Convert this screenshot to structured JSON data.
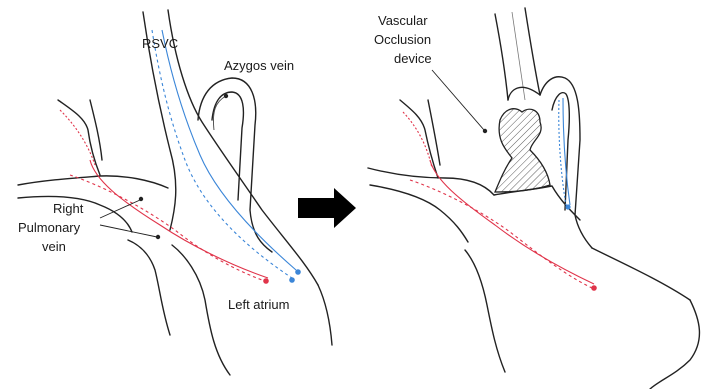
{
  "labels": {
    "rsvc": "RSVC",
    "azygos": "Azygos vein",
    "right_pulmonary_line1": "Right",
    "right_pulmonary_line2": "Pulmonary",
    "right_pulmonary_line3": "vein",
    "left_atrium": "Left atrium",
    "device_line1": "Vascular",
    "device_line2": "Occlusion",
    "device_line3": "device"
  },
  "colors": {
    "red_flow": "#e0344a",
    "blue_flow": "#3b86d8",
    "outline": "#222222",
    "arrow": "#000000"
  },
  "icons": {
    "transition": "right-arrow-icon"
  }
}
